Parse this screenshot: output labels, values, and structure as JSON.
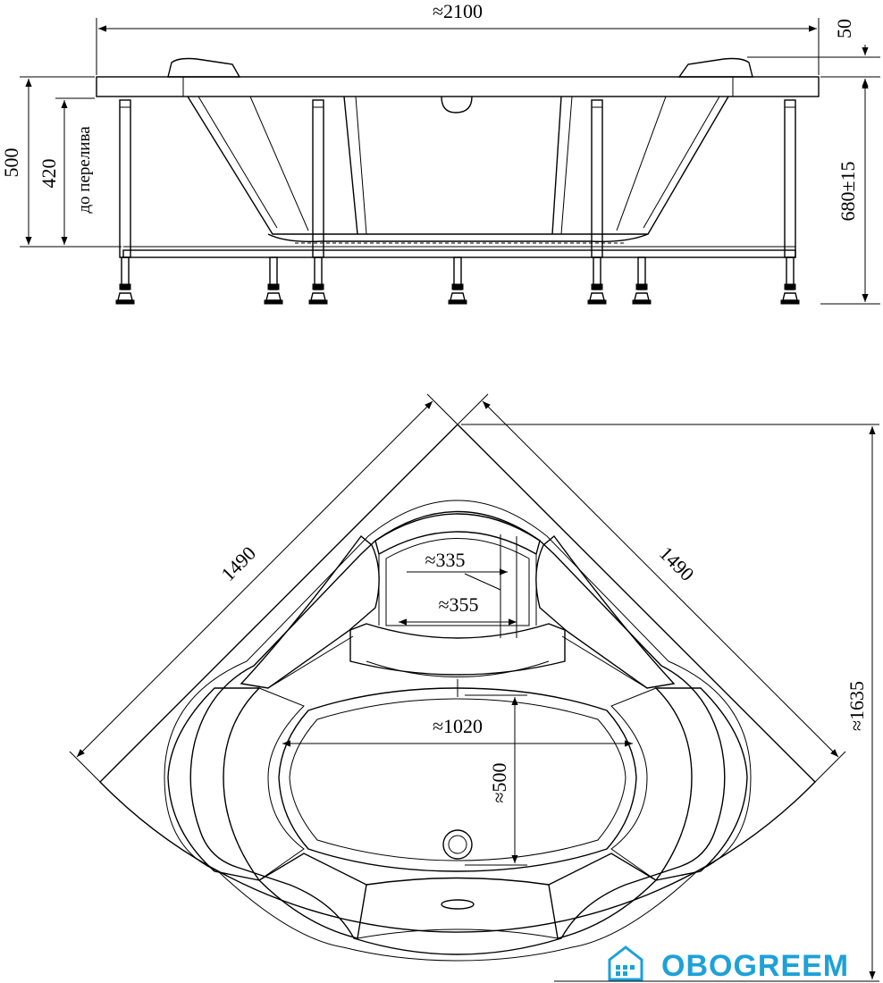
{
  "side_view": {
    "dim_total_length": "≈2100",
    "dim_rim": "50",
    "dim_height_left": "500",
    "dim_overflow": "420",
    "overflow_label": "до перелива",
    "dim_height_right": "680±15"
  },
  "top_view": {
    "dim_side_left": "1490",
    "dim_side_right": "1490",
    "dim_diagonal": "≈1635",
    "dim_headrest_inner": "≈335",
    "dim_headrest_outer": "≈355",
    "dim_bowl_width": "≈1020",
    "dim_bowl_depth": "≈500"
  },
  "logo": {
    "text": "OBOGREEM",
    "color": "#1da1d8",
    "icon": "house-icon"
  }
}
